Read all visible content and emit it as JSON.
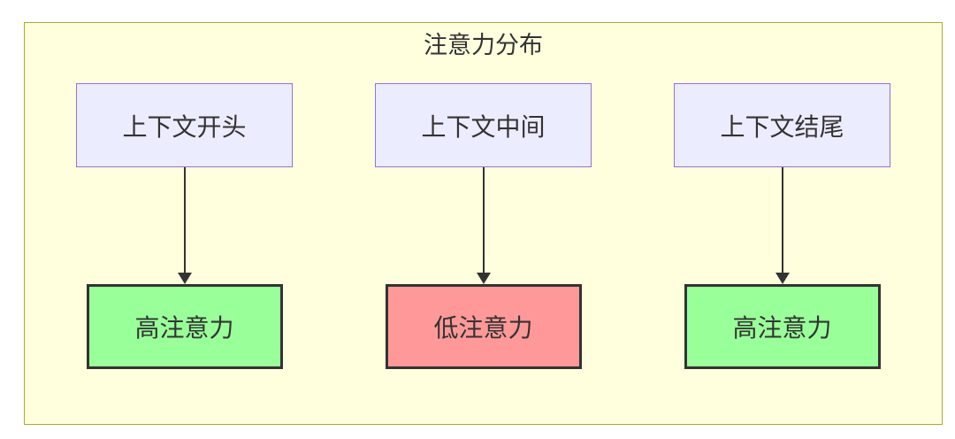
{
  "diagram": {
    "title": "注意力分布",
    "columns": [
      {
        "source": {
          "label": "上下文开头"
        },
        "target": {
          "label": "高注意力",
          "level": "high"
        }
      },
      {
        "source": {
          "label": "上下文中间"
        },
        "target": {
          "label": "低注意力",
          "level": "low"
        }
      },
      {
        "source": {
          "label": "上下文结尾"
        },
        "target": {
          "label": "高注意力",
          "level": "high"
        }
      }
    ],
    "colors": {
      "container_fill": "#ffffde",
      "container_border": "#aaaa33",
      "source_fill": "#ececff",
      "source_border": "#9370db",
      "high_fill": "#99ff99",
      "low_fill": "#ff9999",
      "box_border": "#333333",
      "arrow": "#333333",
      "text": "#333333"
    }
  }
}
